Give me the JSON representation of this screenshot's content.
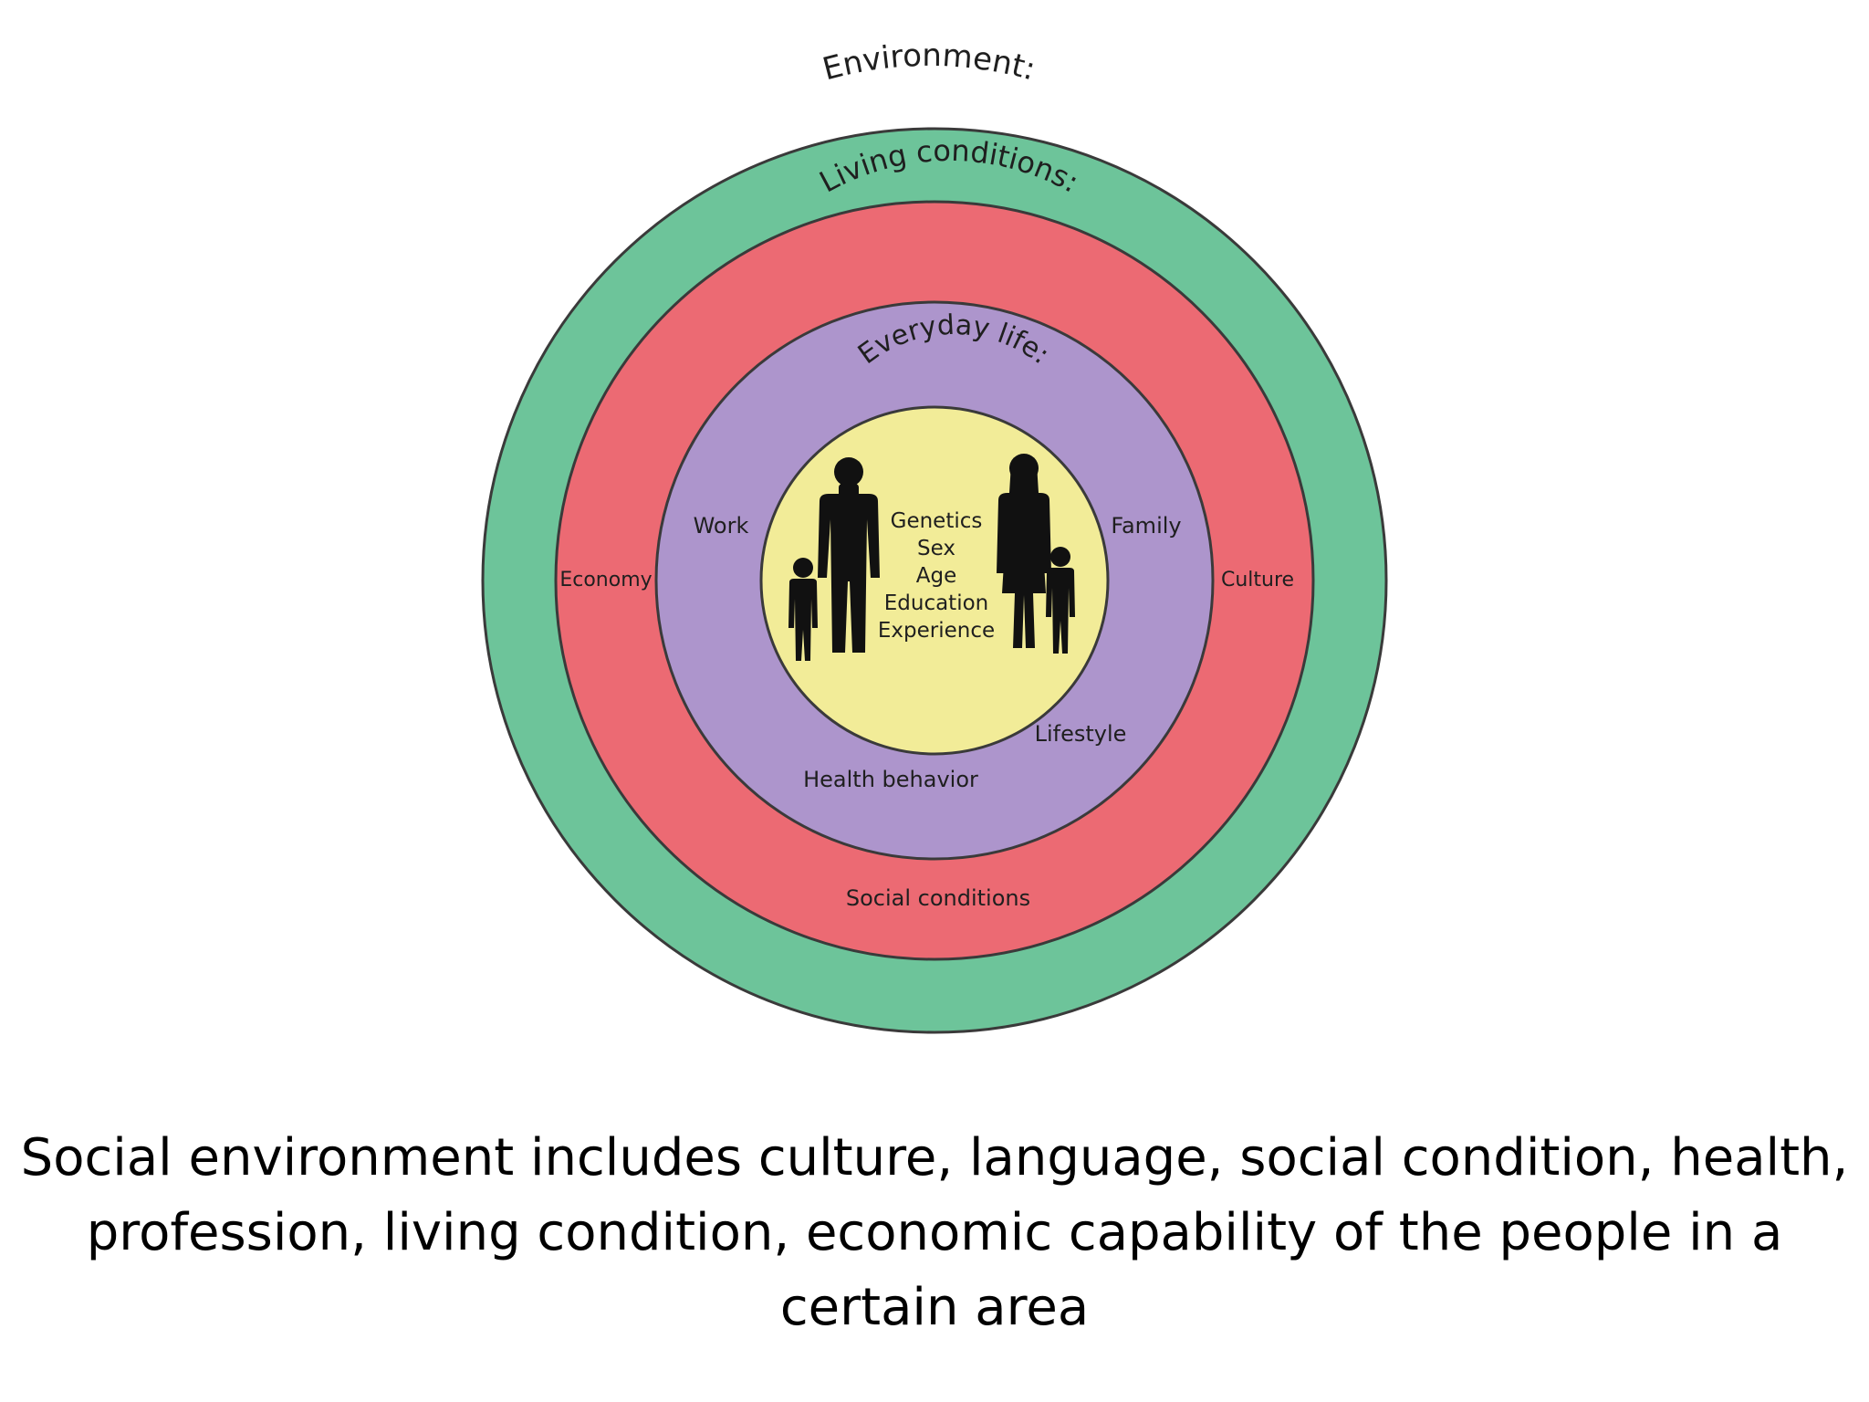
{
  "diagram": {
    "colors": {
      "environment": "#6dc49a",
      "living_conditions": "#ec6a73",
      "everyday_life": "#ad95cc",
      "individual": "#f2ec98",
      "outline": "#3a3a3a",
      "silhouette": "#111111"
    },
    "rings": {
      "environment": "Environment:",
      "living_conditions": "Living conditions:",
      "everyday_life": "Everyday life:"
    },
    "living_items": {
      "economy": "Economy",
      "culture": "Culture",
      "social_conditions": "Social conditions"
    },
    "everyday_items": {
      "work": "Work",
      "family": "Family",
      "lifestyle": "Lifestyle",
      "health_behavior": "Health behavior"
    },
    "individual_factors": [
      "Genetics",
      "Sex",
      "Age",
      "Education",
      "Experience"
    ]
  },
  "caption": {
    "lines": [
      "Social environment includes culture, language, social condition, health,",
      "profession, living condition, economic capability of the people in a",
      "certain area"
    ]
  }
}
